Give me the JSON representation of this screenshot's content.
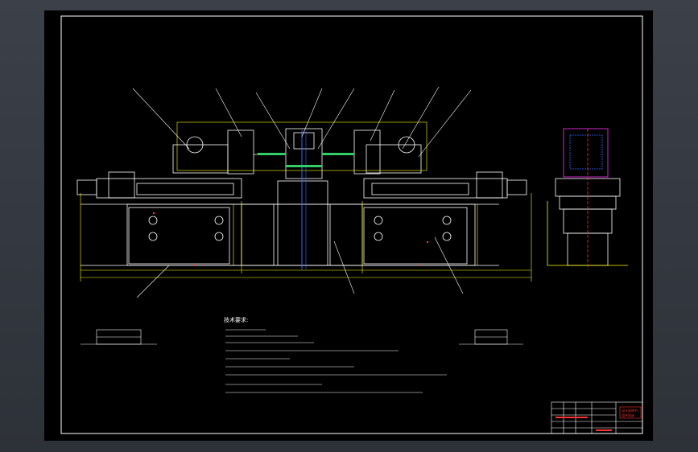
{
  "drawing": {
    "background": "#000000",
    "line_color": "#ffffff",
    "dim_color": "#ffff00",
    "accent_red": "#ff3333",
    "accent_blue": "#3366ff",
    "accent_green": "#33cc66",
    "accent_magenta": "#ff33ff"
  },
  "labels": {
    "tech_req_title": "技术要求:"
  },
  "title_block": {
    "stamp_line1": "设计说明书",
    "stamp_line2": "组合机床"
  }
}
